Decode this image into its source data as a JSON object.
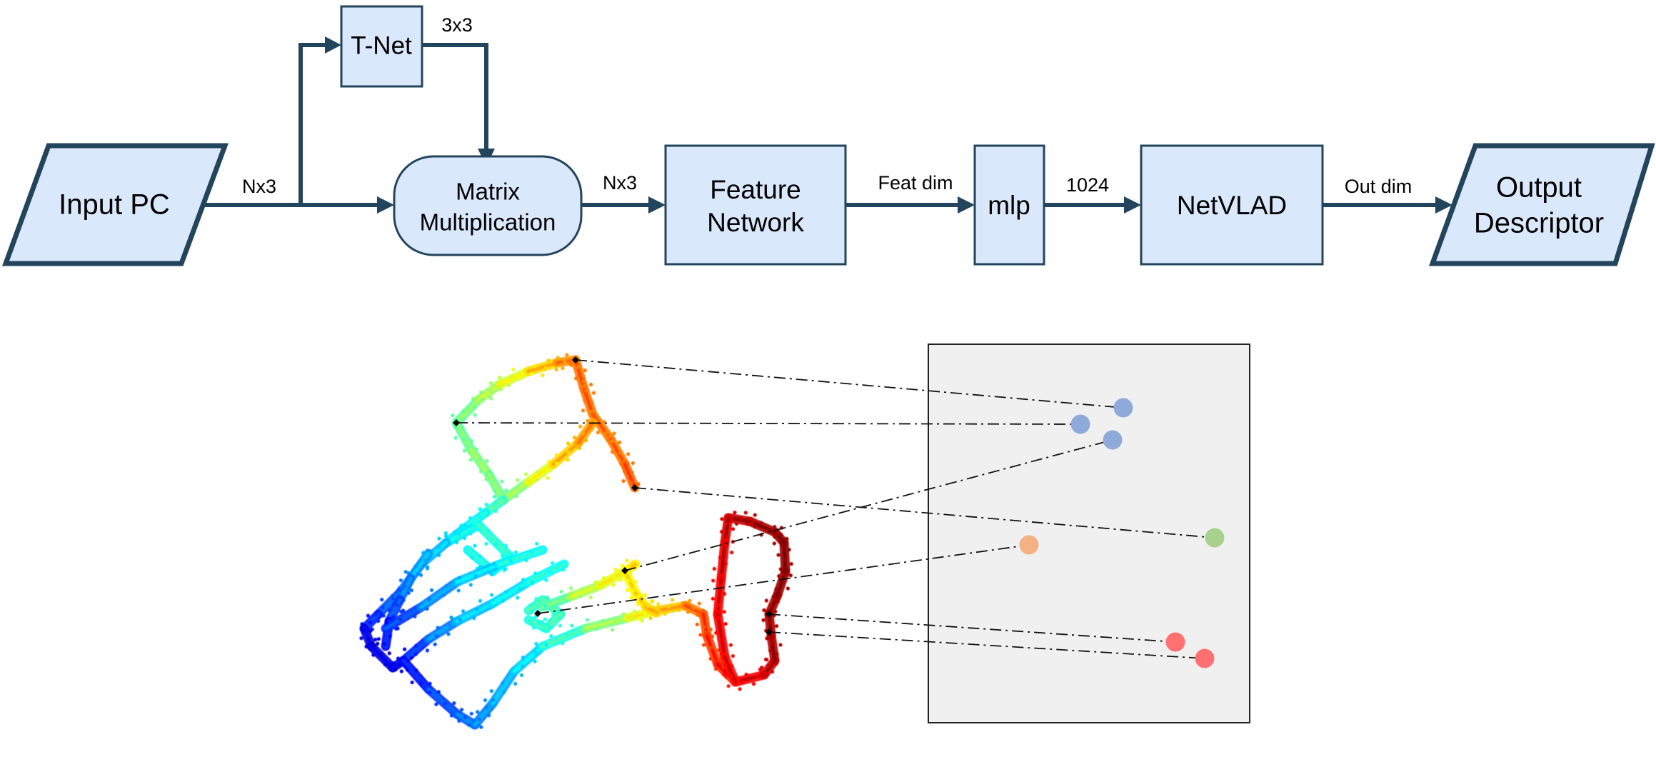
{
  "pipeline": {
    "nodes": {
      "input_pc": "Input PC",
      "t_net": "T-Net",
      "matrix_mult": [
        "Matrix",
        "Multiplication"
      ],
      "feature_network": [
        "Feature",
        "Network"
      ],
      "mlp": "mlp",
      "netvlad": "NetVLAD",
      "output_descriptor": [
        "Output",
        "Descriptor"
      ]
    },
    "edge_labels": {
      "input_to_matrix": "Nx3",
      "tnet_to_matrix": "3x3",
      "matrix_to_feature": "Nx3",
      "feature_to_mlp": "Feat dim",
      "mlp_to_netvlad": "1024",
      "netvlad_to_output": "Out dim"
    },
    "colors": {
      "node_fill": "#dae8fc",
      "node_stroke": "#23445d",
      "edge": "#23445d"
    }
  },
  "illustration": {
    "point_cloud": {
      "colormap": "jet",
      "description": "Top-down LiDAR point cloud map colored by position (blue to red)"
    },
    "embedding_space": {
      "background": "#f0f0f0",
      "border": "#222222",
      "points": [
        {
          "id": "e1",
          "cluster": "blue",
          "color": "#8eaadb"
        },
        {
          "id": "e2",
          "cluster": "blue",
          "color": "#8eaadb"
        },
        {
          "id": "e3",
          "cluster": "blue",
          "color": "#8eaadb"
        },
        {
          "id": "e4",
          "cluster": "green",
          "color": "#a9d18e"
        },
        {
          "id": "e5",
          "cluster": "orange",
          "color": "#f4b183"
        },
        {
          "id": "e6",
          "cluster": "red",
          "color": "#ff7171"
        },
        {
          "id": "e7",
          "cluster": "red",
          "color": "#ff7171"
        }
      ]
    },
    "correspondences": [
      {
        "place": "p1",
        "embedding": "e1"
      },
      {
        "place": "p2",
        "embedding": "e2"
      },
      {
        "place": "p3",
        "embedding": "e4"
      },
      {
        "place": "p4",
        "embedding": "e3"
      },
      {
        "place": "p5",
        "embedding": "e5"
      },
      {
        "place": "p6",
        "embedding": "e6"
      },
      {
        "place": "p7",
        "embedding": "e7"
      }
    ]
  }
}
